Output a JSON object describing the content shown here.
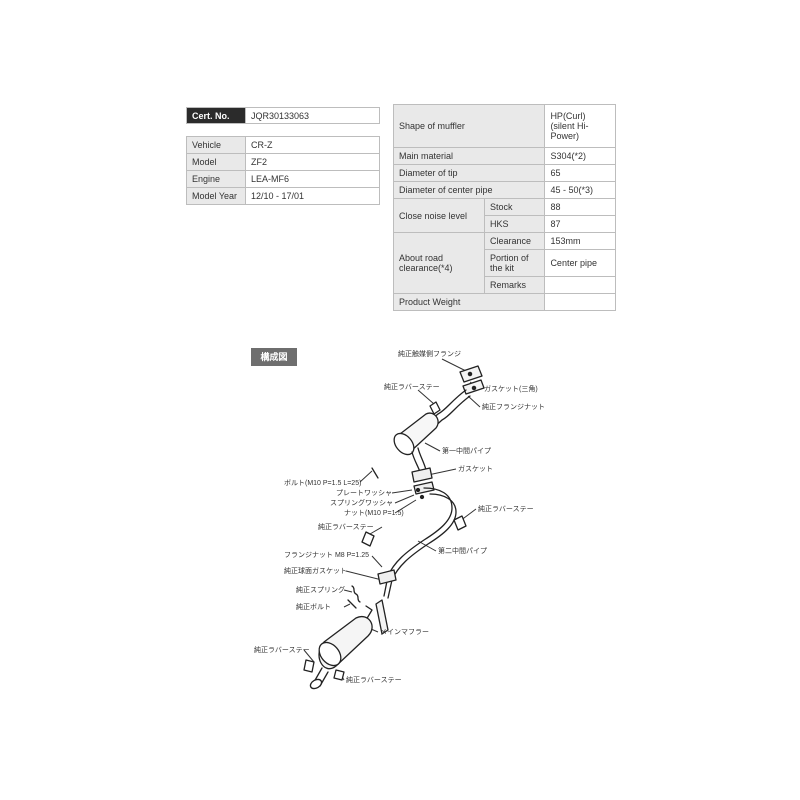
{
  "cert": {
    "label": "Cert. No.",
    "value": "JQR30133063"
  },
  "vehicle": [
    {
      "label": "Vehicle",
      "value": "CR-Z"
    },
    {
      "label": "Model",
      "value": "ZF2"
    },
    {
      "label": "Engine",
      "value": "LEA-MF6"
    },
    {
      "label": "Model Year",
      "value": "12/10 - 17/01"
    }
  ],
  "spec": {
    "shape_label": "Shape of muffler",
    "shape_value": "HP(Curl) (silent Hi-Power)",
    "material_label": "Main material",
    "material_value": "S304(*2)",
    "tip_label": "Diameter of tip",
    "tip_value": "65",
    "center_pipe_label": "Diameter of center pipe",
    "center_pipe_value": "45 - 50(*3)",
    "noise_label": "Close noise level",
    "noise_stock_label": "Stock",
    "noise_stock_value": "88",
    "noise_hks_label": "HKS",
    "noise_hks_value": "87",
    "road_label": "About road clearance(*4)",
    "clearance_label": "Clearance",
    "clearance_value": "153mm",
    "portion_label": "Portion of the kit",
    "portion_value": "Center pipe",
    "remarks_label": "Remarks",
    "remarks_value": "",
    "weight_label": "Product Weight",
    "weight_value": ""
  },
  "diagram": {
    "title": "構成図",
    "labels": {
      "flange_catalyst": "純正触媒側フランジ",
      "gasket_triangle": "ガスケット(三角)",
      "flange_nut": "純正フランジナット",
      "rubber_stay_top": "純正ラバーステー",
      "first_pipe": "第一中間パイプ",
      "gasket": "ガスケット",
      "bolt": "ボルト(M10 P=1.5 L=25)",
      "plate_washer": "プレートワッシャ",
      "spring_washer": "スプリングワッシャ",
      "nut": "ナット(M10 P=1.5)",
      "rubber_stay_right": "純正ラバーステー",
      "rubber_stay_left": "純正ラバーステー",
      "second_pipe": "第二中間パイプ",
      "flange_nut_m8": "フランジナット M8 P=1.25",
      "ball_gasket": "純正球面ガスケット",
      "spring": "純正スプリング",
      "genuine_bolt": "純正ボルト",
      "main_muffler": "メインマフラー",
      "rubber_stay_bottom_left": "純正ラバーステー",
      "rubber_stay_bottom": "純正ラバーステー"
    }
  }
}
